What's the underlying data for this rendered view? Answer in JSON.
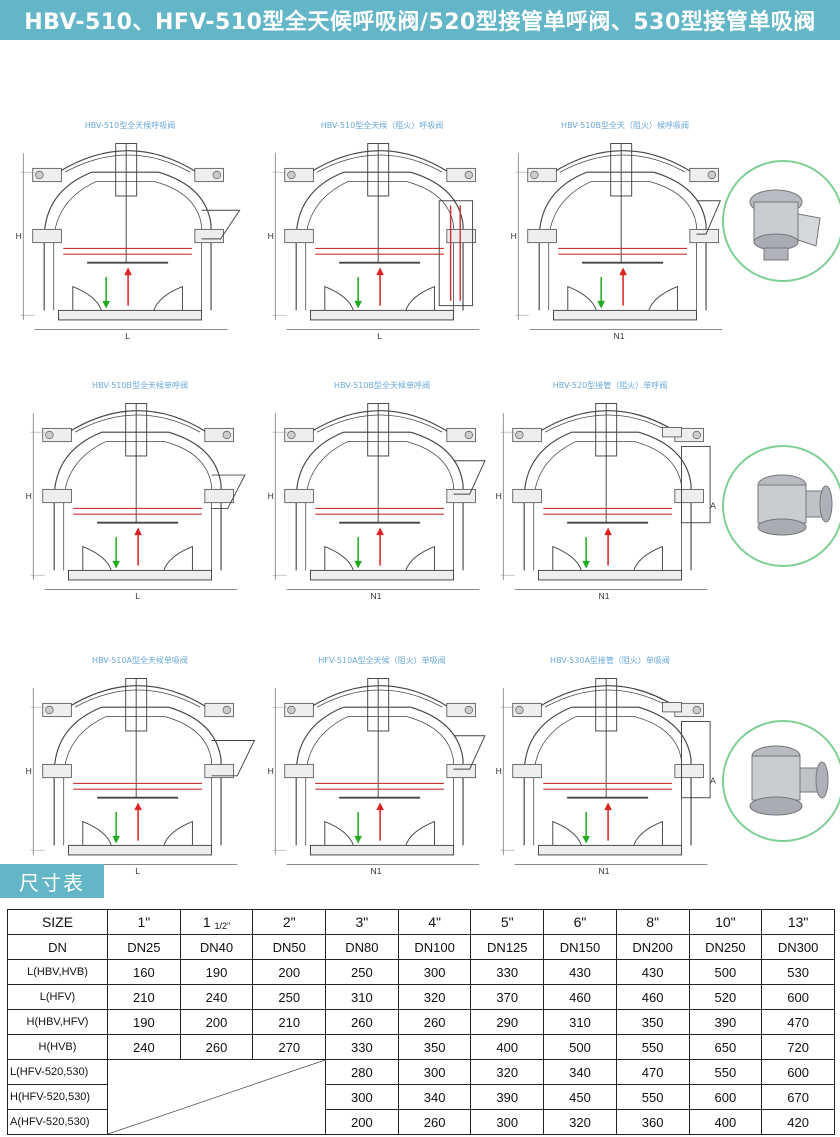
{
  "title": "HBV-510、HFV-510型全天候呼吸阀/520型接管单呼阀、530型接管单吸阀",
  "drawings": [
    {
      "caption": "HBV-510型全天候呼吸阀"
    },
    {
      "caption": "HBV-510型全天候（阻火）呼吸阀"
    },
    {
      "caption": "HBV-510B型全天（阻火）候呼吸阀"
    },
    {
      "caption": "HBV-510B型全天候单呼阀"
    },
    {
      "caption": "HBV-510B型全天候单呼阀"
    },
    {
      "caption": "HBV-520型接管（阻火）单呼阀"
    },
    {
      "caption": "HBV-510A型全天候单吸阀"
    },
    {
      "caption": "HFV-510A型全天候（阻火）单吸阀"
    },
    {
      "caption": "HBV-530A型接管（阻火）单吸阀"
    }
  ],
  "dim_letters": {
    "H": "H",
    "L": "L",
    "N1": "N1",
    "A": "A"
  },
  "section_title": "尺寸表",
  "table": {
    "size_label": "SIZE",
    "sizes": [
      "1\"",
      "1",
      "2\"",
      "3\"",
      "4\"",
      "5\"",
      "6\"",
      "8\"",
      "10\"",
      "13\""
    ],
    "size_half_fraction": "1/2\"",
    "rows": [
      {
        "label": "DN",
        "values": [
          "DN25",
          "DN40",
          "DN50",
          "DN80",
          "DN100",
          "DN125",
          "DN150",
          "DN200",
          "DN250",
          "DN300"
        ]
      },
      {
        "label": "L(HBV,HVB)",
        "values": [
          "160",
          "190",
          "200",
          "250",
          "300",
          "330",
          "430",
          "430",
          "500",
          "530"
        ]
      },
      {
        "label": "L(HFV)",
        "values": [
          "210",
          "240",
          "250",
          "310",
          "320",
          "370",
          "460",
          "460",
          "520",
          "600"
        ]
      },
      {
        "label": "H(HBV,HFV)",
        "values": [
          "190",
          "200",
          "210",
          "260",
          "260",
          "290",
          "310",
          "350",
          "390",
          "470"
        ]
      },
      {
        "label": "H(HVB)",
        "values": [
          "240",
          "260",
          "270",
          "330",
          "350",
          "400",
          "500",
          "550",
          "650",
          "720"
        ]
      }
    ],
    "rows_520": [
      {
        "label": "L(HFV-520,530)",
        "values": [
          "280",
          "300",
          "320",
          "340",
          "470",
          "550",
          "600"
        ]
      },
      {
        "label": "H(HFV-520,530)",
        "values": [
          "300",
          "340",
          "390",
          "450",
          "550",
          "600",
          "670"
        ]
      },
      {
        "label": "A(HFV-520,530)",
        "values": [
          "200",
          "260",
          "300",
          "320",
          "360",
          "400",
          "420"
        ]
      }
    ]
  }
}
